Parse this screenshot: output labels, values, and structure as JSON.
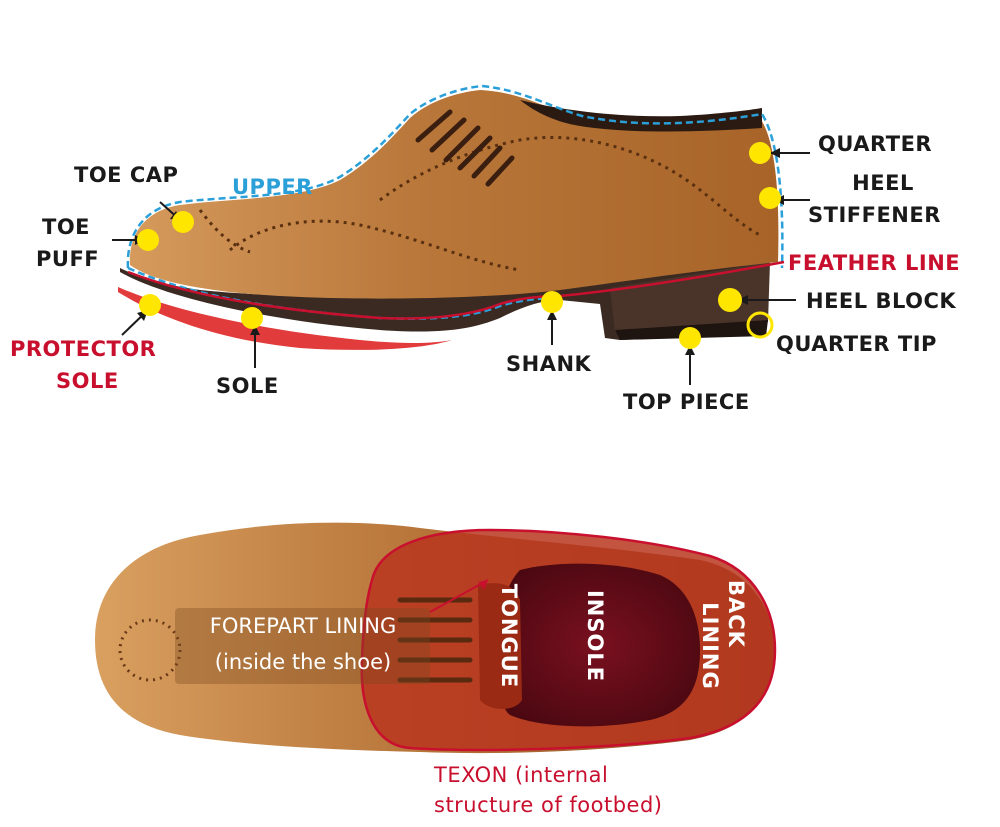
{
  "labels": {
    "quarter": "QUARTER",
    "heel_stiffener_1": "HEEL",
    "heel_stiffener_2": "STIFFENER",
    "feather_line": "FEATHER LINE",
    "heel_block": "HEEL BLOCK",
    "quarter_tip": "QUARTER TIP",
    "top_piece": "TOP PIECE",
    "shank": "SHANK",
    "sole": "SOLE",
    "protector_sole_1": "PROTECTOR",
    "protector_sole_2": "SOLE",
    "toe_puff_1": "TOE",
    "toe_puff_2": "PUFF",
    "toe_cap": "TOE CAP",
    "upper": "UPPER",
    "forepart_lining": "FOREPART LINING",
    "forepart_note": "(inside the shoe)",
    "tongue": "TONGUE",
    "insole": "INSOLE",
    "back_lining_1": "BACK",
    "back_lining_2": "LINING",
    "texon_1": "TEXON (internal",
    "texon_2": "structure of footbed)"
  },
  "colors": {
    "marker": "#ffe600",
    "upper_outline": "#2a9fd8",
    "red_accent": "#c8102e",
    "leather": "#b9773a",
    "label_text": "#1a1a1a"
  }
}
